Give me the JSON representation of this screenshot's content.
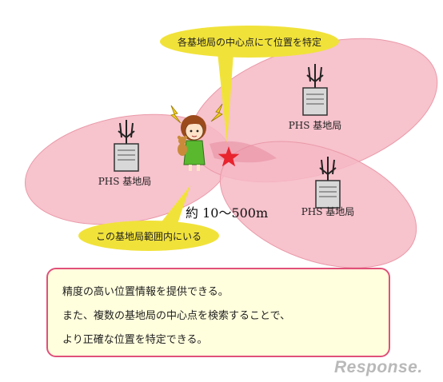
{
  "callouts": {
    "top": "各基地局の中心点にて位置を特定",
    "bottom": "この基地局範囲内にいる"
  },
  "stations": [
    {
      "label": "PHS 基地局"
    },
    {
      "label": "PHS 基地局"
    },
    {
      "label": "PHS 基地局"
    }
  ],
  "range_label": "約 10〜500m",
  "info_box": {
    "lines": [
      "精度の高い位置情報を提供できる。",
      "また、複数の基地局の中心点を検索することで、",
      "より正確な位置を特定できる。"
    ]
  },
  "watermark": "Response.",
  "colors": {
    "coverage_fill": "#f6b9c4",
    "coverage_stroke": "#ea9aa9",
    "callout_fill": "#f1e23a",
    "star": "#e8242f",
    "box_border": "#e0507a",
    "box_fill": "#fffedd"
  },
  "icons": [
    "antenna-tower-icon",
    "person-icon",
    "star-icon",
    "signal-lightning-icon"
  ]
}
